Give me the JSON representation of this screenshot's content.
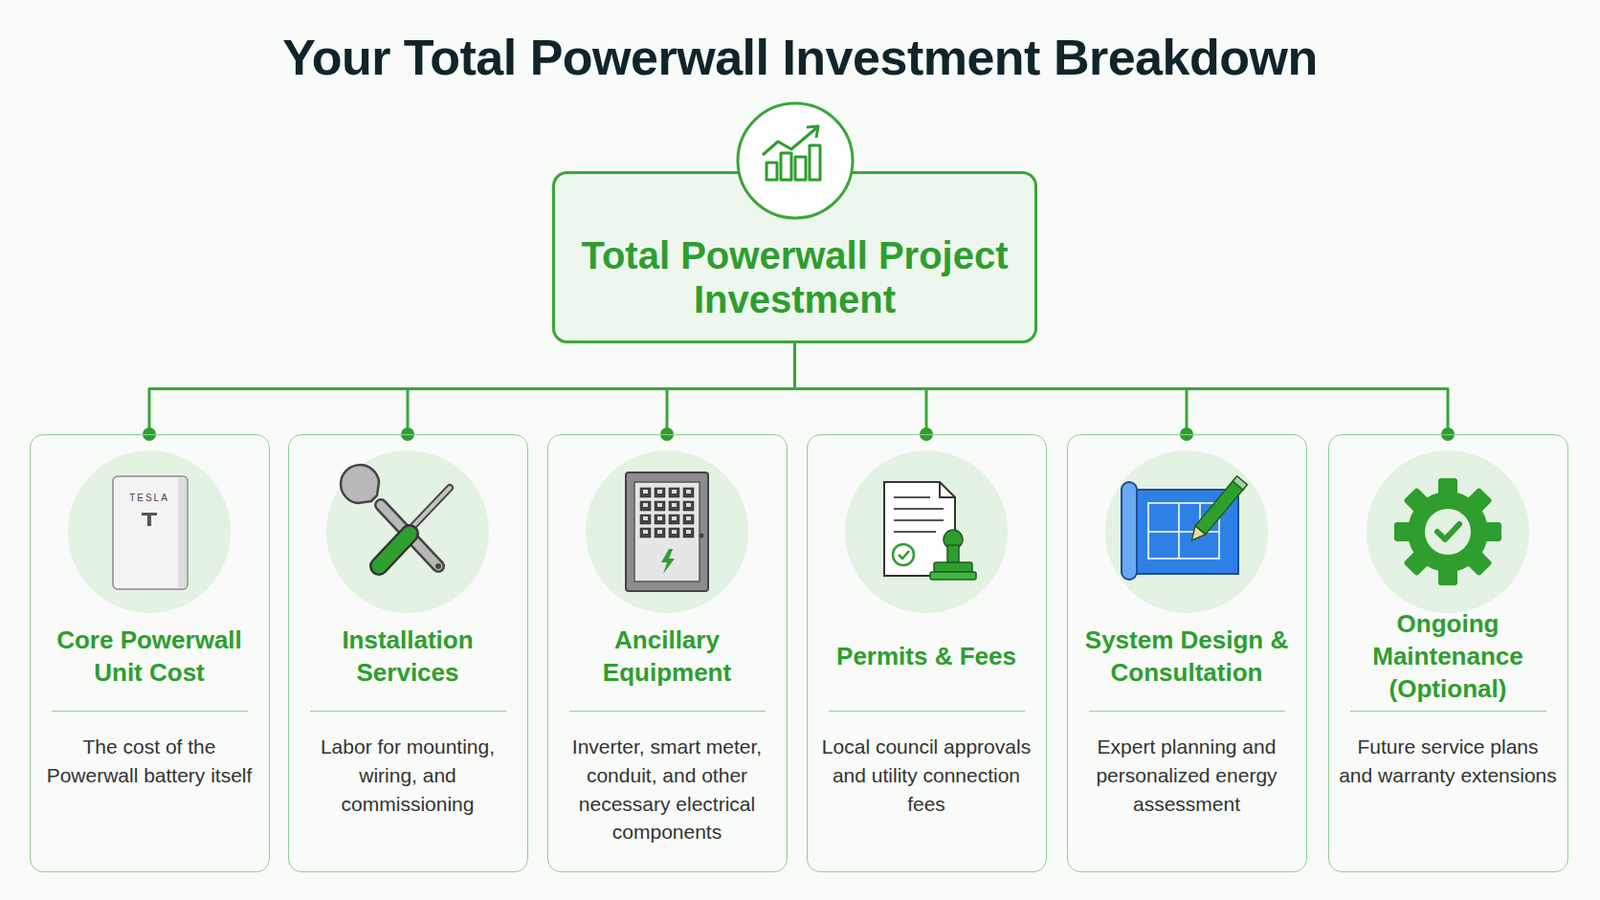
{
  "diagram": {
    "title": "Your Total Powerwall Investment Breakdown",
    "nodes": [
      {
        "text": [
          "Total Powerwall Project Investment"
        ]
      },
      {
        "text": [
          "Core Powerwall Unit Cost",
          "The cost of the Powerwall battery itself"
        ]
      },
      {
        "text": [
          "Installation Services",
          "Labor for mounting, wiring, and commissioning"
        ]
      },
      {
        "text": [
          "Ancillary Equipment",
          "Inverter, smart meter, conduit, and other necessary electrical components"
        ]
      },
      {
        "text": [
          "Permits & Fees",
          "Local council approvals and utility connection fees"
        ]
      },
      {
        "text": [
          "System Design & Consultation",
          "Expert planning and personalized energy assessment"
        ]
      },
      {
        "text": [
          "Ongoing Maintenance (Optional)",
          "Future service plans and warranty extensions"
        ]
      }
    ],
    "edges": [
      {
        "from": 0,
        "to": 1,
        "arrow": "none"
      },
      {
        "from": 0,
        "to": 2,
        "arrow": "none"
      },
      {
        "from": 0,
        "to": 3,
        "arrow": "none"
      },
      {
        "from": 0,
        "to": 4,
        "arrow": "none"
      },
      {
        "from": 0,
        "to": 5,
        "arrow": "none"
      },
      {
        "from": 0,
        "to": 6,
        "arrow": "none"
      }
    ],
    "labels": [
      "TESLA"
    ]
  }
}
